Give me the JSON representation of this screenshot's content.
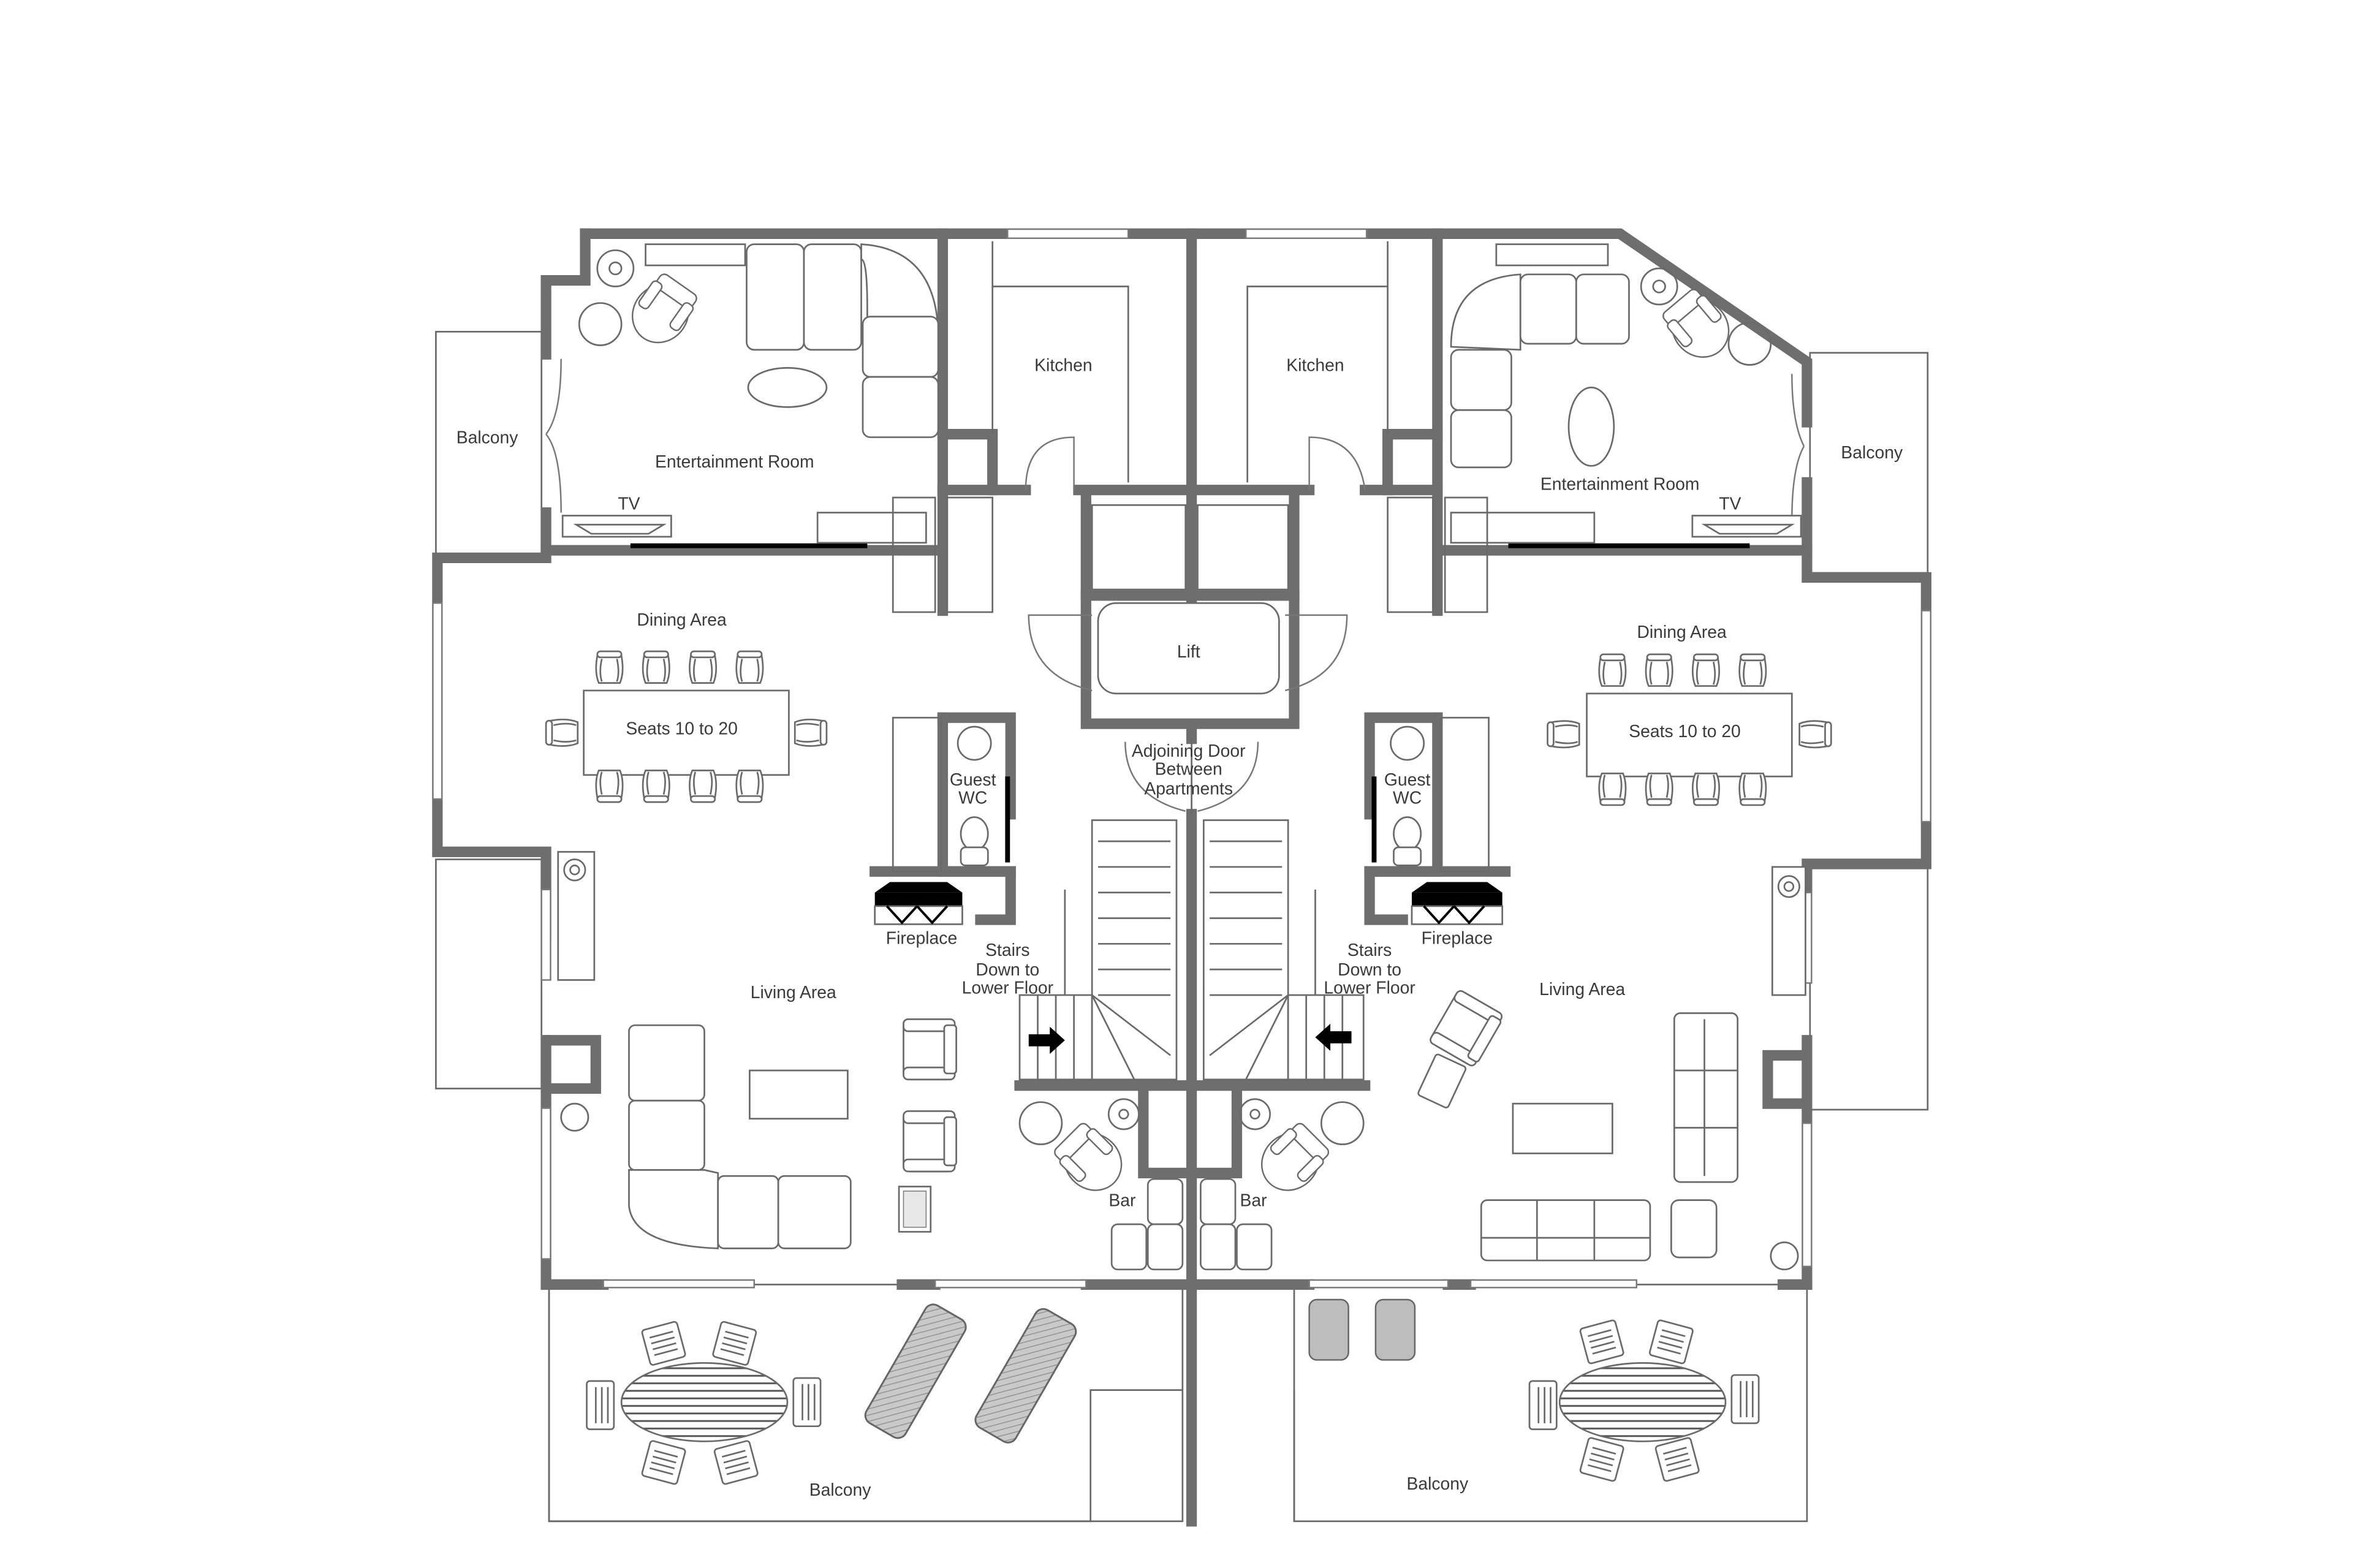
{
  "plan": {
    "type": "floor-plan",
    "description": "Two mirrored apartments sharing a central lift and stair core",
    "colors": {
      "wall": "#6e6e6e",
      "line": "#6a6a6a",
      "text": "#3a3a3a",
      "background": "#ffffff"
    }
  },
  "labels": {
    "left": {
      "balcony_side": "Balcony",
      "entertainment_room": "Entertainment Room",
      "tv": "TV",
      "kitchen": "Kitchen",
      "dining_area": "Dining Area",
      "dining_table": "Seats 10 to 20",
      "guest_wc_line1": "Guest",
      "guest_wc_line2": "WC",
      "fireplace": "Fireplace",
      "stairs_line1": "Stairs",
      "stairs_line2": "Down to",
      "stairs_line3": "Lower Floor",
      "living_area": "Living Area",
      "bar": "Bar",
      "balcony_bottom": "Balcony"
    },
    "right": {
      "balcony_side": "Balcony",
      "entertainment_room": "Entertainment Room",
      "tv": "TV",
      "kitchen": "Kitchen",
      "dining_area": "Dining Area",
      "dining_table": "Seats 10 to 20",
      "guest_wc_line1": "Guest",
      "guest_wc_line2": "WC",
      "fireplace": "Fireplace",
      "stairs_line1": "Stairs",
      "stairs_line2": "Down to",
      "stairs_line3": "Lower Floor",
      "living_area": "Living Area",
      "bar": "Bar",
      "balcony_bottom": "Balcony"
    },
    "center": {
      "lift": "Lift",
      "adjoining_line1": "Adjoining Door",
      "adjoining_line2": "Between",
      "adjoining_line3": "Apartments"
    }
  }
}
